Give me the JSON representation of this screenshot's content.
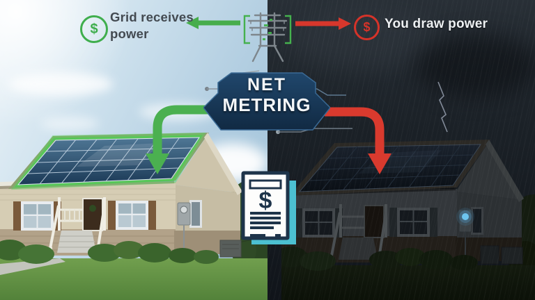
{
  "badge": {
    "title_line1": "NET",
    "title_line2": "METRING"
  },
  "labels": {
    "grid_receives": {
      "symbol": "$",
      "line1": "Grid receives",
      "line2": "power"
    },
    "you_draw": {
      "symbol": "$",
      "text": "You draw power"
    }
  },
  "bill": {
    "symbol": "$"
  },
  "scene": {
    "left_side": "day",
    "right_side": "night"
  },
  "colors": {
    "green": "#47ad4c",
    "red": "#d7372c",
    "badge_navy": "#16324e",
    "teal": "#4cc0d1",
    "label_dark_text": "#434a51",
    "label_light_text": "#edf0f2"
  }
}
